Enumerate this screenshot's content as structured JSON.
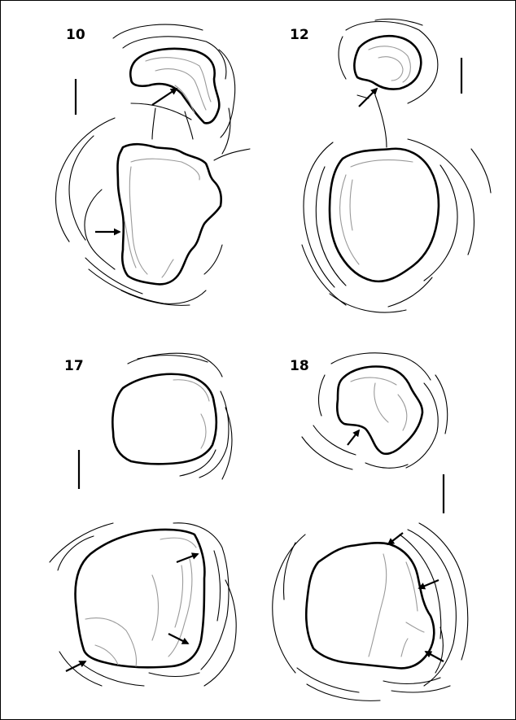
{
  "panels": [
    {
      "label": "10"
    },
    {
      "label": "12"
    },
    {
      "label": "17"
    },
    {
      "label": "18"
    }
  ]
}
